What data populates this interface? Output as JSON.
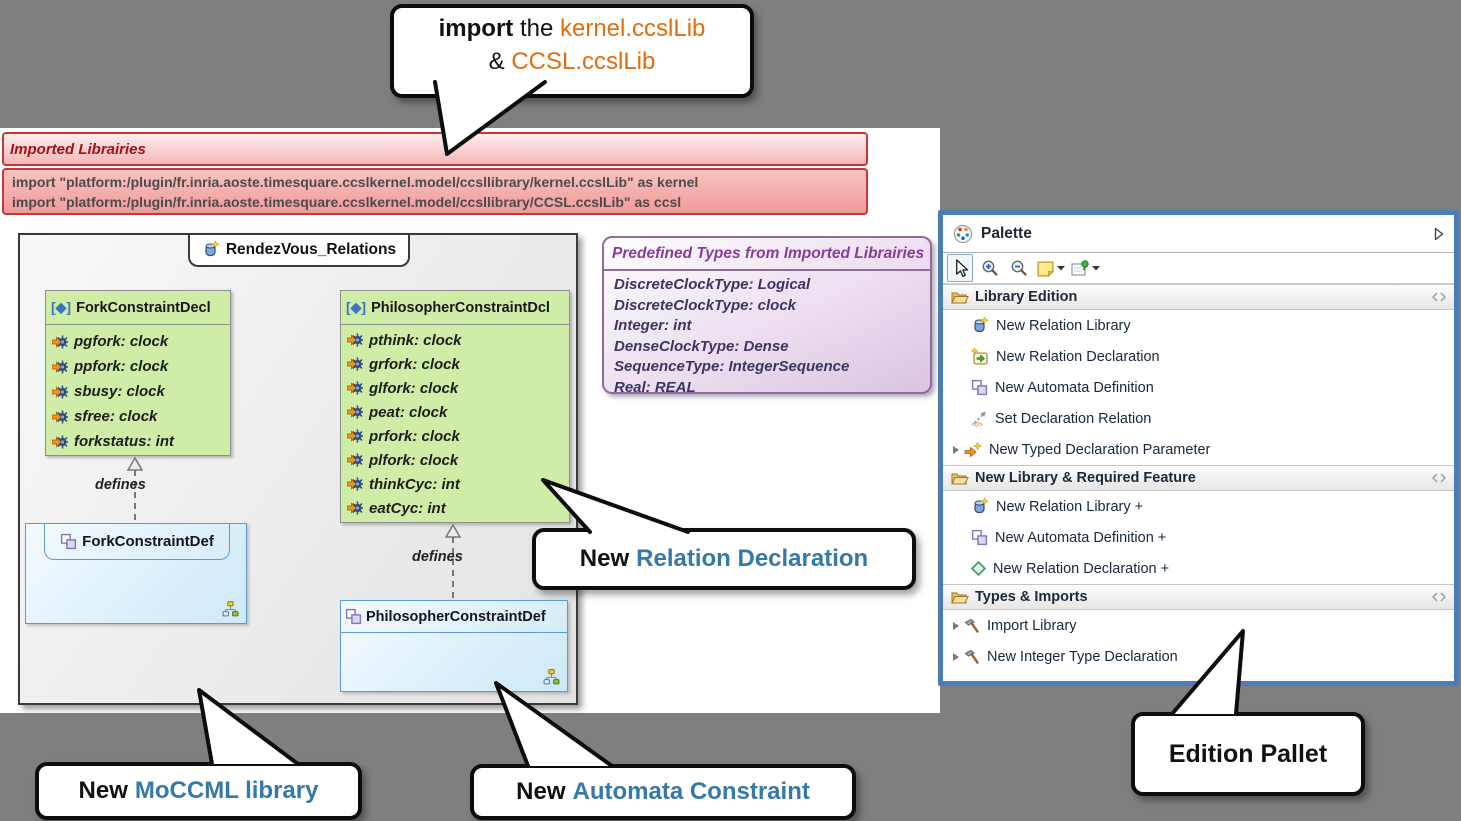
{
  "colors": {
    "background_gray": "#7f7f7f",
    "accent_orange": "#e36c0a",
    "accent_blue": "#3579a8",
    "palette_border_blue": "#4a7cb5",
    "banner_red_border": "#c13a3a",
    "class_green_fill": "#cfeda6",
    "definition_blue_border": "#5b9bd5",
    "predefined_purple_border": "#8e6d9c"
  },
  "callouts": {
    "import_note": {
      "bold": "import",
      "mid": " the ",
      "accent1": "kernel.ccslLib",
      "amp": "& ",
      "accent2": "CCSL.ccslLib"
    },
    "new_relation_declaration": {
      "prefix": "New",
      "accent": "Relation Declaration"
    },
    "new_moccml_library": {
      "prefix": "New",
      "accent": "MoCCML library"
    },
    "new_automata_constraint": {
      "prefix": "New",
      "accent": "Automata Constraint"
    },
    "edition_pallet": {
      "label": "Edition Pallet"
    }
  },
  "imported_libraries": {
    "title": "Imported Librairies",
    "lines": [
      "import \"platform:/plugin/fr.inria.aoste.timesquare.ccslkernel.model/ccsllibrary/kernel.ccslLib\" as kernel",
      "import \"platform:/plugin/fr.inria.aoste.timesquare.ccslkernel.model/ccsllibrary/CCSL.ccslLib\" as ccsl"
    ]
  },
  "diagram": {
    "package_name": "RendezVous_Relations",
    "class_marker": "[◆]",
    "edge_label": "defines",
    "classes": [
      {
        "name": "ForkConstraintDecl",
        "attributes": [
          "pgfork: clock",
          "ppfork: clock",
          "sbusy: clock",
          "sfree: clock",
          "forkstatus: int"
        ]
      },
      {
        "name": "PhilosopherConstraintDcl",
        "attributes": [
          "pthink: clock",
          "grfork: clock",
          "glfork: clock",
          "peat: clock",
          "prfork: clock",
          "plfork: clock",
          "thinkCyc: int",
          "eatCyc: int"
        ]
      }
    ],
    "definitions": [
      {
        "name": "ForkConstraintDef"
      },
      {
        "name": "PhilosopherConstraintDef"
      }
    ]
  },
  "predefined_types": {
    "title": "Predefined Types from Imported Librairies",
    "items": [
      "DiscreteClockType: Logical",
      "DiscreteClockType: clock",
      "Integer: int",
      "DenseClockType: Dense",
      "SequenceType: IntegerSequence",
      "Real: REAL"
    ]
  },
  "palette": {
    "title": "Palette",
    "sections": [
      {
        "label": "Library Edition",
        "items": [
          {
            "label": "New Relation Library"
          },
          {
            "label": "New Relation Declaration"
          },
          {
            "label": "New Automata Definition"
          },
          {
            "label": "Set Declaration Relation"
          },
          {
            "label": "New Typed Declaration Parameter"
          }
        ]
      },
      {
        "label": "New Library & Required Feature",
        "items": [
          {
            "label": "New Relation Library +"
          },
          {
            "label": "New Automata Definition +"
          },
          {
            "label": "New Relation Declaration +"
          }
        ]
      },
      {
        "label": "Types & Imports",
        "items": [
          {
            "label": "Import Library"
          },
          {
            "label": "New Integer Type Declaration"
          }
        ]
      }
    ]
  }
}
